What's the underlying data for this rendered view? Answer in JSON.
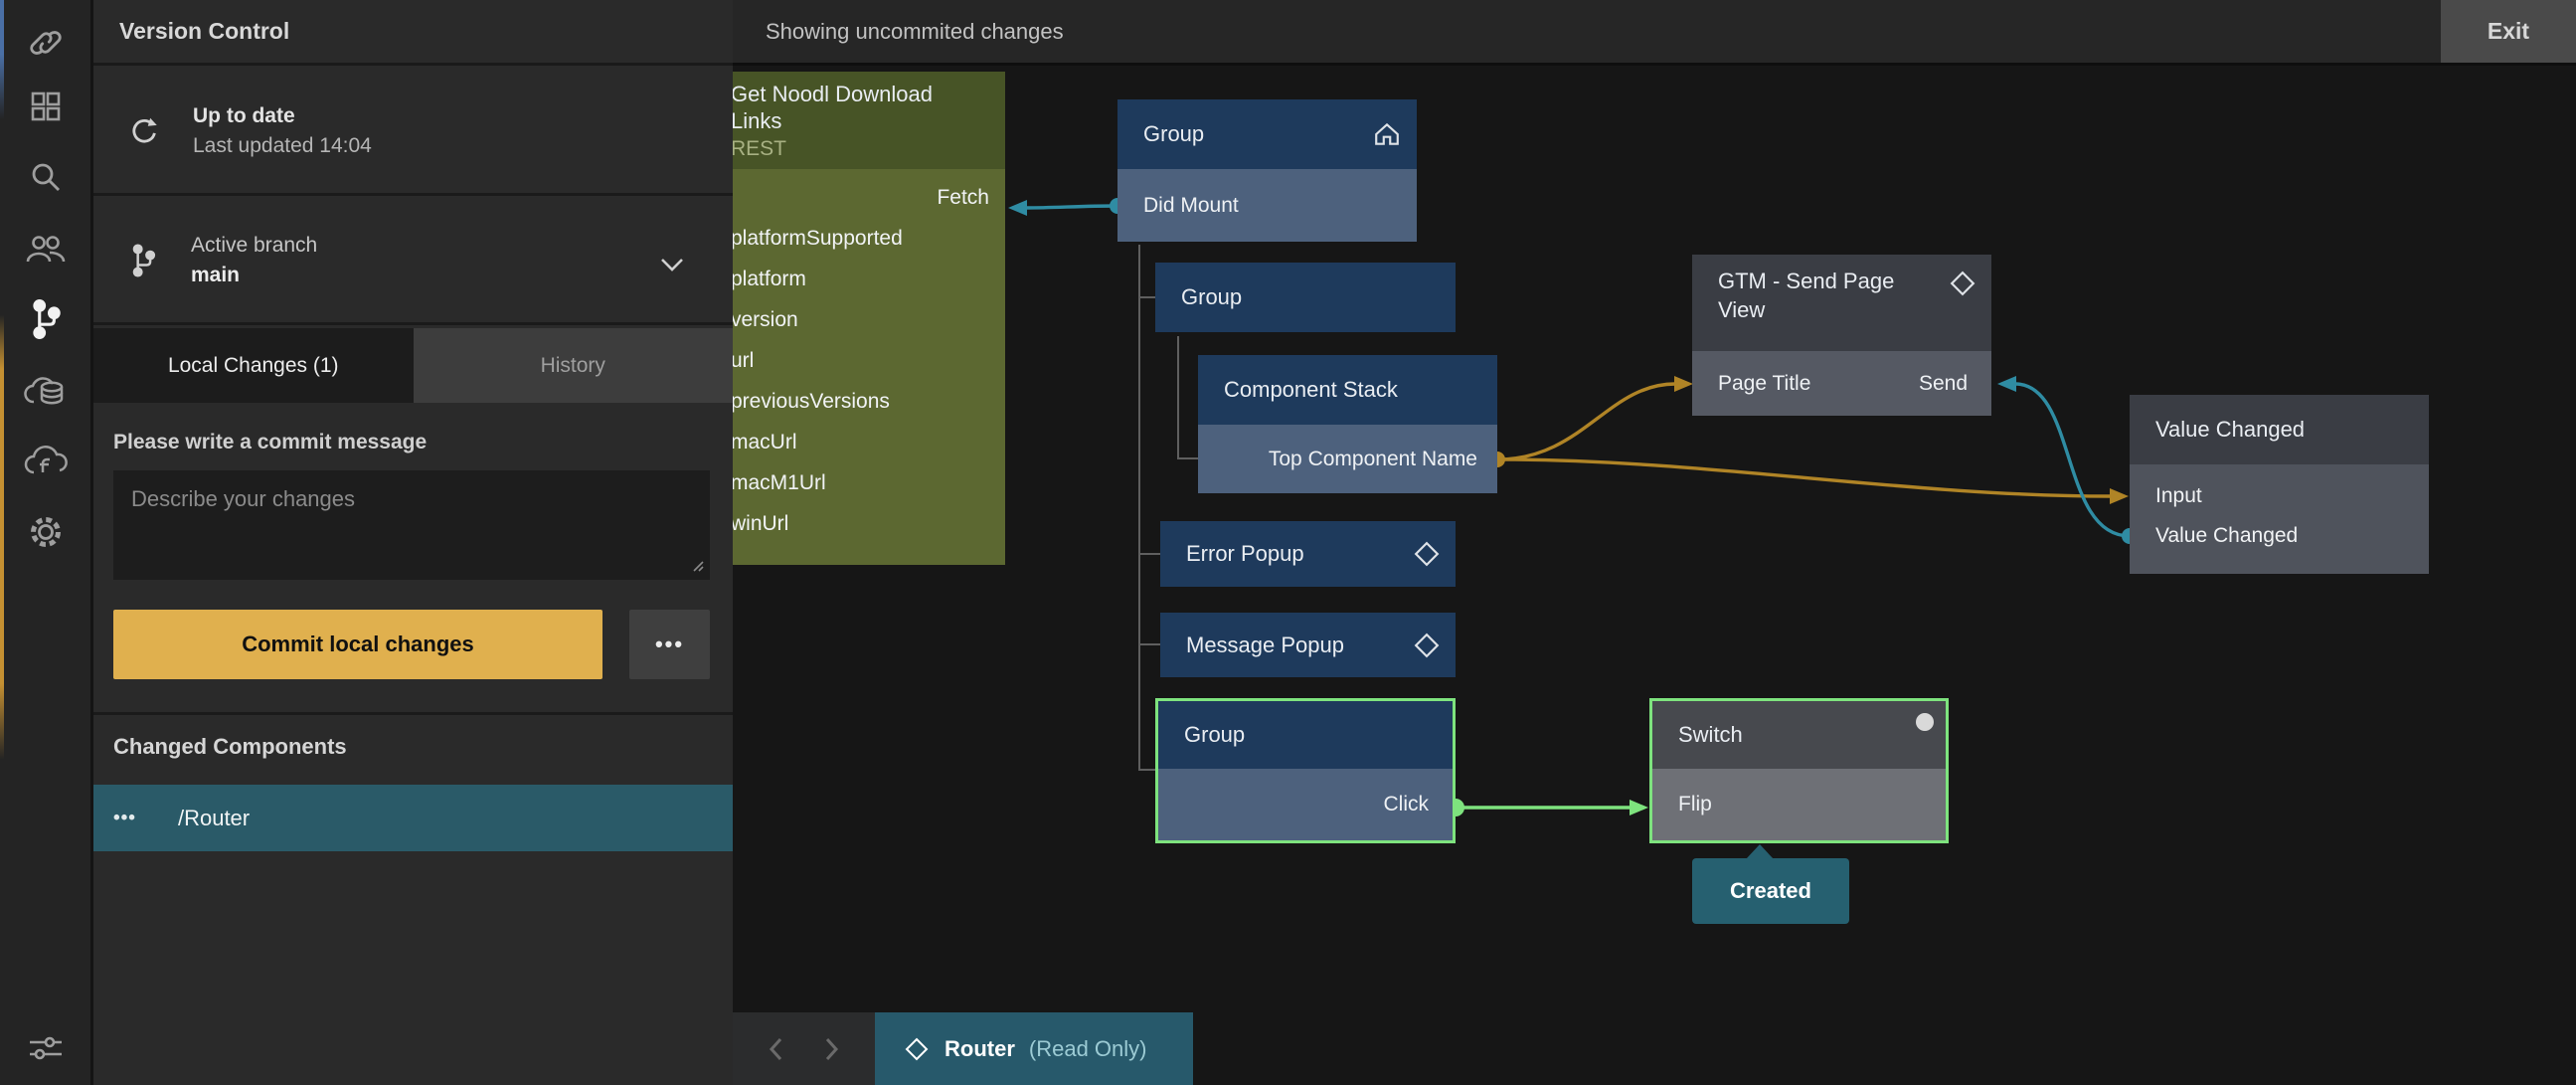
{
  "sidebar": {
    "icons": [
      "noodl-logo",
      "dashboard",
      "search",
      "collaboration",
      "version-control-active",
      "cloud-data",
      "cloud-functions",
      "settings",
      "editor-preferences"
    ]
  },
  "panel": {
    "title": "Version Control",
    "sync": {
      "status": "Up to date",
      "last_updated": "Last updated 14:04"
    },
    "branch": {
      "label": "Active branch",
      "name": "main"
    },
    "tabs": {
      "local": "Local Changes (1)",
      "history": "History"
    },
    "commit": {
      "prompt": "Please write a commit message",
      "placeholder": "Describe your changes",
      "button": "Commit local changes",
      "more": "•••"
    },
    "changed": {
      "heading": "Changed Components",
      "items": [
        {
          "menu": "•••",
          "name": "/Router"
        }
      ]
    }
  },
  "topbar": {
    "status": "Showing uncommited changes",
    "exit": "Exit"
  },
  "canvas": {
    "nodes": {
      "rest": {
        "title": "Get Noodl Download Links",
        "subtitle": "REST",
        "input": "Fetch",
        "outputs": [
          "platformSupported",
          "platform",
          "version",
          "url",
          "previousVersions",
          "macUrl",
          "macM1Url",
          "winUrl"
        ]
      },
      "group_home": {
        "title": "Group",
        "port": "Did Mount"
      },
      "group2": {
        "title": "Group"
      },
      "component_stack": {
        "title": "Component Stack",
        "port": "Top Component Name"
      },
      "gtm": {
        "title": "GTM - Send Page View",
        "input": "Page Title",
        "output": "Send"
      },
      "value_changed": {
        "title": "Value Changed",
        "input": "Input",
        "output": "Value Changed"
      },
      "error_popup": {
        "title": "Error Popup"
      },
      "message_popup": {
        "title": "Message Popup"
      },
      "group_selected": {
        "title": "Group",
        "port": "Click"
      },
      "switch": {
        "title": "Switch",
        "port": "Flip"
      },
      "created_tooltip": "Created"
    },
    "bottom": {
      "tab": "Router",
      "readonly": "(Read Only)"
    }
  },
  "colors": {
    "accent_yellow": "#E0B04E",
    "selection_green": "#7EE37E",
    "list_highlight_teal": "#2A5A68",
    "wire_teal": "#2F8CA3",
    "wire_amber": "#B08426",
    "node_navy_header": "#1E3A5C",
    "node_navy_body": "#4D617D",
    "node_olive_header": "#475426",
    "node_olive_body": "#5C6831",
    "node_gray_header": "#3A3D44",
    "node_gray_body": "#555963",
    "tooltip_teal": "#266070",
    "tab_teal": "#27596B"
  }
}
